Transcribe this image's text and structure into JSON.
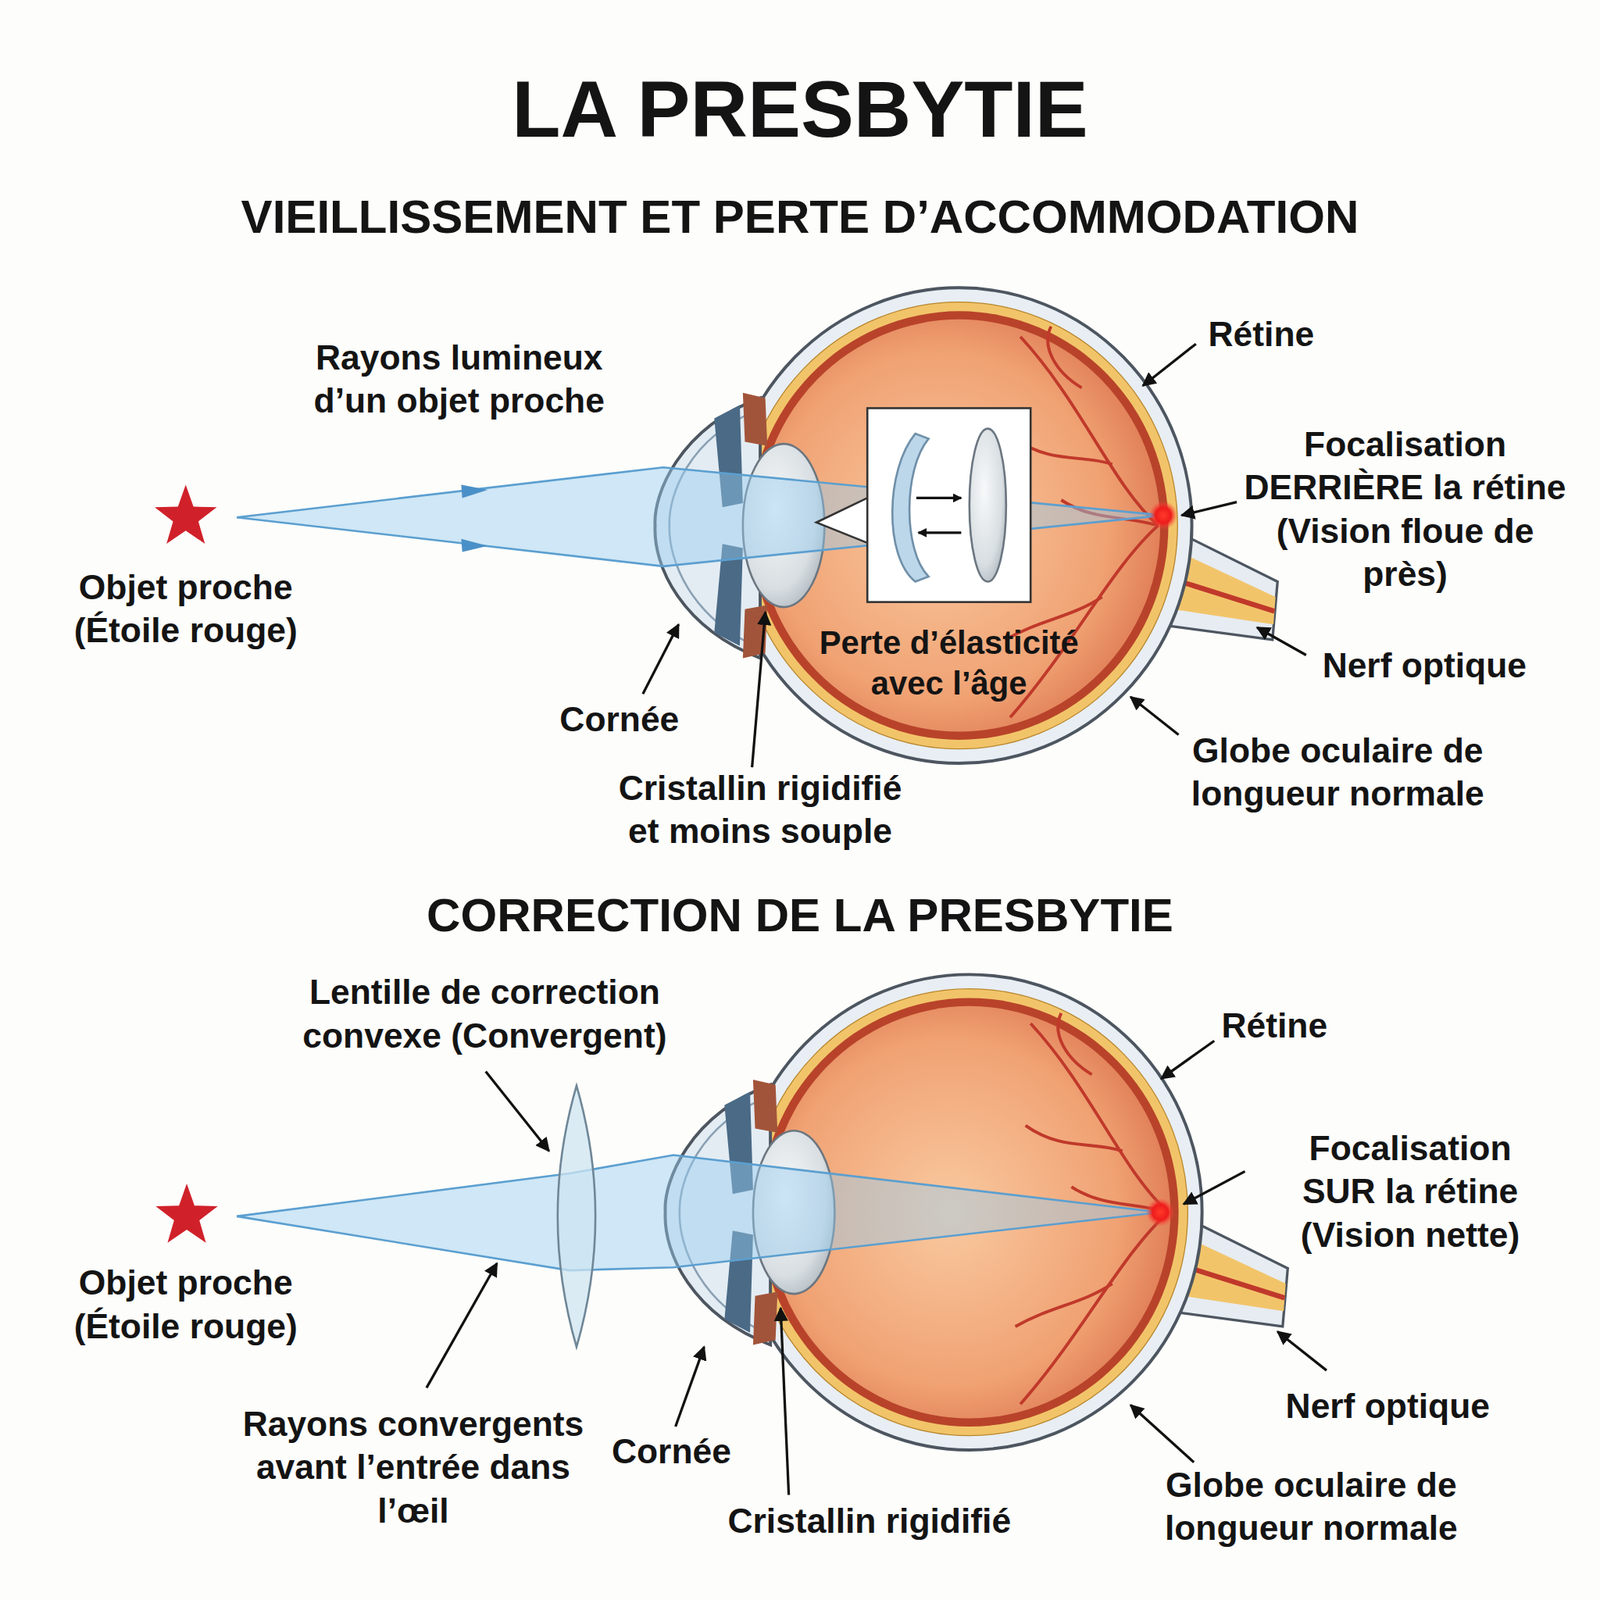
{
  "diagram": {
    "title": "LA PRESBYTIE",
    "labels": [
      "VIEILLISSEMENT ET PERTE D’ACCOMMODATION",
      "Rayons lumineux d’un objet proche",
      "Rétine",
      "Focalisation DERRIÈRE la rétine (Vision floue de près)",
      "Objet proche (Étoile rouge)",
      "Nerf optique",
      "Perte d’élasticité avec l’âge",
      "Cornée",
      "Globe oculaire de longueur normale",
      "Cristallin rigidifié et moins souple",
      "CORRECTION DE LA PRESBYTIE",
      "Lentille de correction convexe (Convergent)",
      "Rétine",
      "Focalisation SUR la rétine (Vision nette)",
      "Objet proche (Étoile rouge)",
      "Nerf optique",
      "Rayons convergents avant l’entrée dans l’œil",
      "Cornée",
      "Cristallin rigidifié",
      "Globe oculaire de longueur normale"
    ]
  }
}
